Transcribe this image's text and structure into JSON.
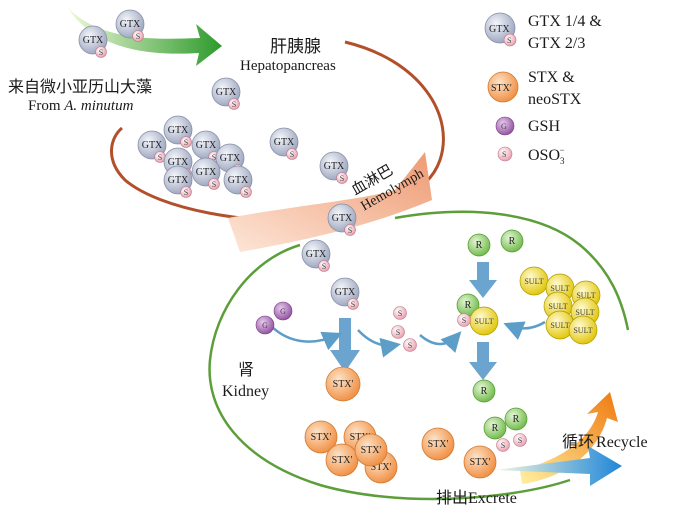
{
  "legend": {
    "gtx_label": "GTX 1/4 &",
    "gtx_label_2": "GTX 2/3",
    "stx_label": "STX &",
    "stx_label_2": "neoSTX",
    "gsh_label": "GSH",
    "oso3_label": "OSO",
    "oso3_sub": "3",
    "oso3_sup": "−"
  },
  "molecules": {
    "gtx": "GTX",
    "stx": "STX'",
    "gsh": "G",
    "sulfate": "S",
    "receptor": "R",
    "sult": "SULT"
  },
  "organs": {
    "hepatopancreas_cn": "肝胰腺",
    "hepatopancreas_en": "Hepatopancreas",
    "source_cn": "来自微小亚历山大藻",
    "source_en_prefix": "From ",
    "source_en_species": "A. minutum",
    "hemolymph_cn": "血淋巴",
    "hemolymph_en": "Hemolymph",
    "kidney_cn": "肾",
    "kidney_en": "Kidney"
  },
  "outputs": {
    "recycle_cn": "循环",
    "recycle_en": "Recycle",
    "excrete_cn": "排出",
    "excrete_en": "Excrete"
  },
  "colors": {
    "gtx_fill": "#c9cfe0",
    "stx_fill": "#f7b47a",
    "gsh_fill": "#b07ab8",
    "sulfate_fill": "#f4c6cf",
    "receptor_fill": "#9fd67a",
    "sult_fill": "#f2e11a",
    "organ_outline_hepato": "#b2502c",
    "organ_outline_kidney": "#5c9e3a",
    "hemolymph_band": "#f2b08e",
    "flow_arrow": "#6aa4cf",
    "intake_arrow": "#5db33b",
    "recycle_arrow": "#f08a1c",
    "excrete_arrow": "#2f8fd8"
  }
}
